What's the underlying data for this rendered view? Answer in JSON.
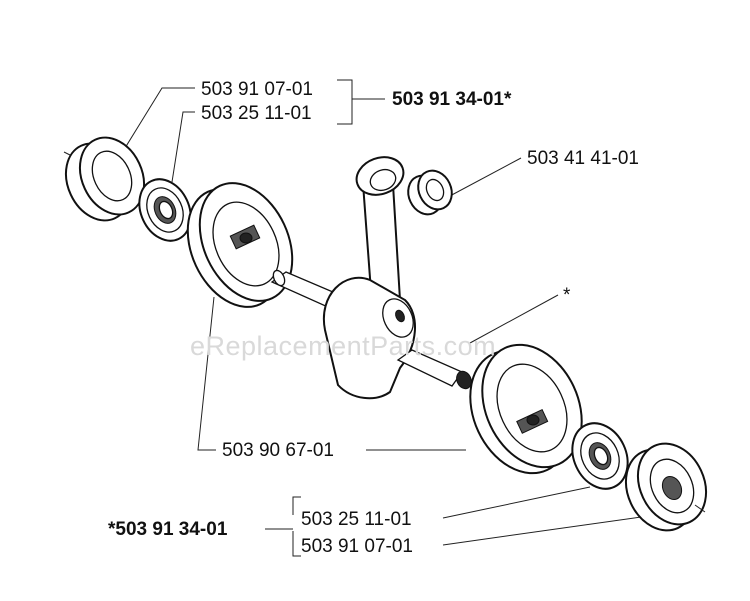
{
  "watermark": "eReplacementParts.com",
  "labels": {
    "kit_top": "503 91 34-01*",
    "kit_bottom": "*503 91 34-01",
    "bearing_housing_top": "503 91 07-01",
    "ball_bearing_top": "503 25 11-01",
    "needle_bearing": "503 41 41-01",
    "asterisk": "*",
    "crankshaft_half": "503 90 67-01",
    "ball_bearing_bottom": "503 25 11-01",
    "bearing_housing_bottom": "503 91 07-01"
  }
}
